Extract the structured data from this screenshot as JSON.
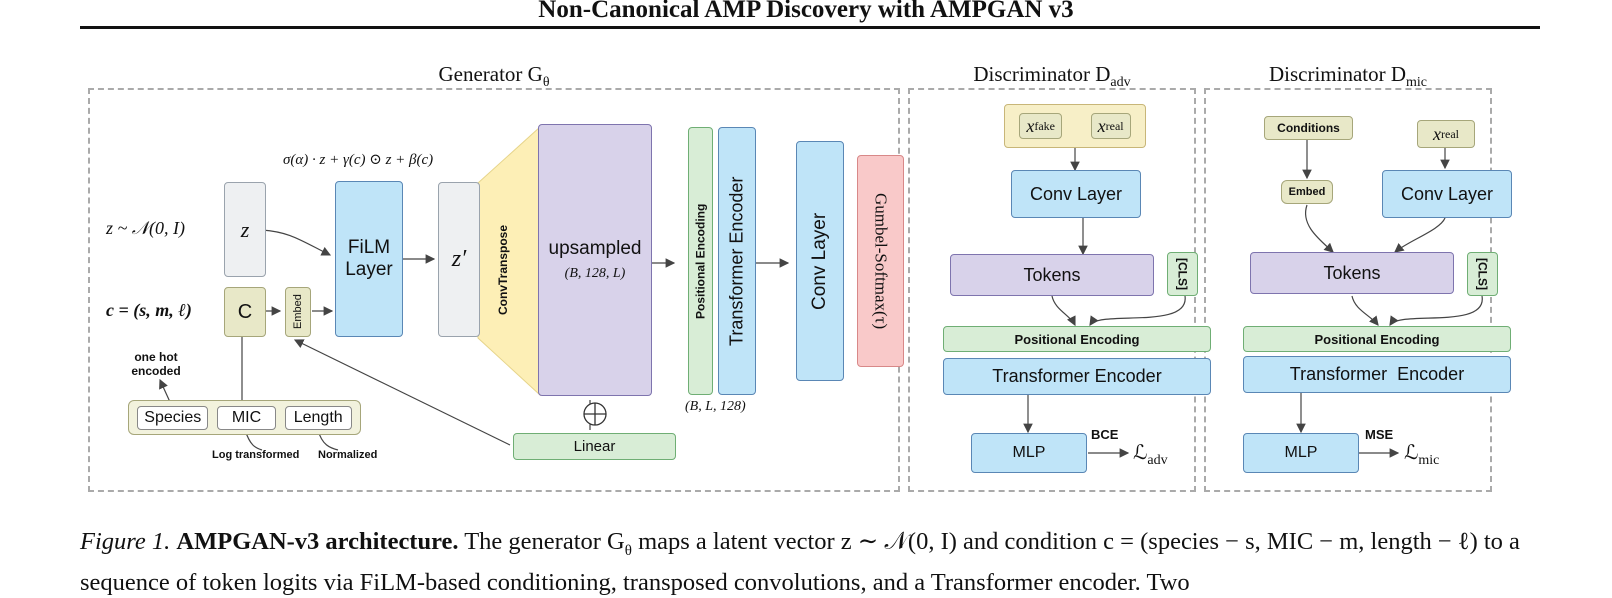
{
  "page": {
    "title": "Non-Canonical AMP Discovery with AMPGAN v3"
  },
  "generator": {
    "title": "Generator G",
    "title_sub": "θ",
    "film_formula": "σ(α) · z + γ(c) ⊙ z + β(c)",
    "z_label": "z ~ 𝒩(0, I)",
    "c_label": "c = (s, m, ℓ)",
    "z_box": "z",
    "c_box": "C",
    "embed": "Embed",
    "film": "FiLM Layer",
    "zprime": "z′",
    "convtranspose": "ConvTranspose",
    "upsampled": "upsampled",
    "upsampled_shape": "(B, 128, L)",
    "positional_encoding": "Positional Encoding",
    "transformer_encoder": "Transformer Encoder",
    "shape_out": "(B, L, 128)",
    "conv_layer": "Conv Layer",
    "gumbel": "Gumbel-Softmax(τ)",
    "linear": "Linear",
    "plus": "⊕",
    "one_hot": "one hot encoded",
    "attrs": [
      "Species",
      "MIC",
      "Length"
    ],
    "log_transformed": "Log transformed",
    "normalized": "Normalized"
  },
  "disc_adv": {
    "title": "Discriminator D",
    "title_sub": "adv",
    "x_fake": "x",
    "x_fake_sub": "fake",
    "x_real": "x",
    "x_real_sub": "real",
    "conv_layer": "Conv Layer",
    "tokens": "Tokens",
    "cls": "[CLS]",
    "positional_encoding": "Positional Encoding",
    "transformer_encoder": "Transformer Encoder",
    "mlp": "MLP",
    "loss_type": "BCE",
    "loss": "ℒ",
    "loss_sub": "adv"
  },
  "disc_mic": {
    "title": "Discriminator D",
    "title_sub": "mic",
    "conditions": "Conditions",
    "embed": "Embed",
    "x_real": "x",
    "x_real_sub": "real",
    "conv_layer": "Conv Layer",
    "tokens": "Tokens",
    "cls": "[CLS]",
    "positional_encoding": "Positional Encoding",
    "transformer_encoder": "Transformer  Encoder",
    "mlp": "MLP",
    "loss_type": "MSE",
    "loss": "ℒ",
    "loss_sub": "mic"
  },
  "caption": {
    "label": "Figure 1.",
    "bold": "AMPGAN-v3 architecture.",
    "text": " The generator G",
    "text_sub": "θ",
    "text2": " maps a latent vector z ∼ 𝒩(0, I) and condition c = (species − s, MIC − m, length − ℓ) to a sequence of token logits via FiLM-based conditioning, transposed convolutions, and a Transformer encoder. Two"
  },
  "colors": {
    "blue": "#bfe4f8",
    "purple": "#d8d2ea",
    "green": "#d8edd6",
    "yellow": "#fdefb6",
    "pink": "#f9c9c9"
  }
}
